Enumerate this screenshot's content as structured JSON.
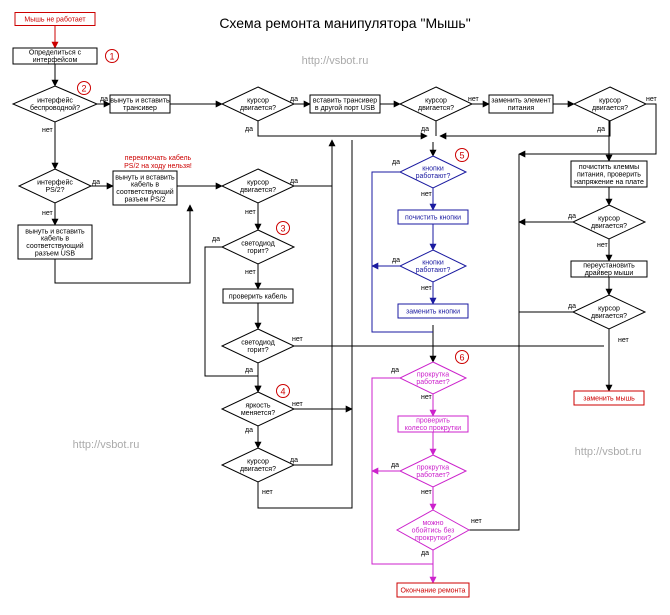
{
  "title": "Схема ремонта манипулятора \"Мышь\"",
  "watermark": "http://vsbot.ru",
  "colors": {
    "black": "#000000",
    "red": "#cc0000",
    "blue": "#1a1aa0",
    "magenta": "#cc22cc"
  },
  "labels": {
    "yes": "да",
    "no": "нет"
  },
  "note": [
    "переключать кабель",
    "PS/2 на ходу нельзя!"
  ],
  "markers": [
    "1",
    "2",
    "3",
    "4",
    "5",
    "6"
  ],
  "nodes": {
    "start": [
      "Мышь не работает"
    ],
    "identify": [
      "Определиться с",
      "интерфейсом"
    ],
    "wireless": [
      "интерфейс",
      "беспроводной?"
    ],
    "reinsert_receiver": [
      "вынуть и вставить",
      "трансивер"
    ],
    "cursor_a": [
      "курсор",
      "двигается?"
    ],
    "other_usb": [
      "вставить трансивер",
      "в другой порт USB"
    ],
    "cursor_b": [
      "курсор",
      "двигается?"
    ],
    "replace_power": [
      "заменить элемент",
      "питания"
    ],
    "cursor_c": [
      "курсор",
      "двигается?"
    ],
    "ps2": [
      "интерфейс",
      "PS/2?"
    ],
    "reinsert_ps2": [
      "вынуть и вставить",
      "кабель в",
      "соответствующий",
      "разъем PS/2"
    ],
    "cursor_d": [
      "курсор",
      "двигается?"
    ],
    "reinsert_usb": [
      "вынуть и вставить",
      "кабель в",
      "соответствующий",
      "разъем USB"
    ],
    "led_a": [
      "светодиод",
      "горит?"
    ],
    "check_cable": [
      "проверить кабель"
    ],
    "led_b": [
      "светодиод",
      "горит?"
    ],
    "brightness": [
      "яркость",
      "меняется?"
    ],
    "cursor_e": [
      "курсор",
      "двигается?"
    ],
    "buttons_a": [
      "кнопки",
      "работают?"
    ],
    "clean_buttons": [
      "почистить кнопки"
    ],
    "buttons_b": [
      "кнопки",
      "работают?"
    ],
    "replace_buttons": [
      "заменить кнопки"
    ],
    "scroll_a": [
      "прокрутка",
      "работает?"
    ],
    "check_wheel": [
      "проверить",
      "колесо прокрутки"
    ],
    "scroll_b": [
      "прокрутка",
      "работает?"
    ],
    "no_scroll": [
      "можно",
      "обойтись без",
      "прокрутки?"
    ],
    "end_repair": [
      "Окончание ремонта"
    ],
    "clean_terminals": [
      "почистить клеммы",
      "питания, проверить",
      "напряжение на плате"
    ],
    "cursor_f": [
      "курсор",
      "двигается?"
    ],
    "reinstall_driver": [
      "переустановить",
      "драйвер мыши"
    ],
    "cursor_g": [
      "курсор",
      "двигается?"
    ],
    "replace_mouse": [
      "заменить мышь"
    ]
  }
}
